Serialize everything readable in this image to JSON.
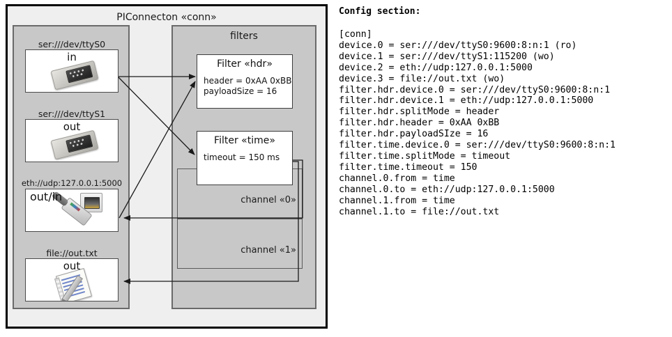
{
  "diagram": {
    "title": "PIConnecton «conn»",
    "devices_group": {
      "devices": [
        {
          "label": "ser:///dev/ttyS0",
          "direction": "in",
          "icon": "serial-port-icon"
        },
        {
          "label": "ser:///dev/ttyS1",
          "direction": "out",
          "icon": "serial-port-icon"
        },
        {
          "label": "eth://udp:127.0.0.1:5000",
          "direction": "out/in",
          "icon": "ethernet-jack-icon"
        },
        {
          "label": "file://out.txt",
          "direction": "out",
          "icon": "text-file-icon"
        }
      ]
    },
    "filters_group": {
      "title": "filters",
      "filters": [
        {
          "title": "Filter «hdr»",
          "props": [
            "header = 0xAA 0xBB",
            "payloadSize = 16"
          ]
        },
        {
          "title": "Filter «time»",
          "props": [
            "timeout = 150 ms"
          ]
        }
      ],
      "channels": [
        {
          "label": "channel «0»"
        },
        {
          "label": "channel «1»"
        }
      ]
    }
  },
  "config": {
    "heading": "Config section:",
    "lines": [
      "[conn]",
      "device.0 = ser:///dev/ttyS0:9600:8:n:1 (ro)",
      "device.1 = ser:///dev/ttyS1:115200 (wo)",
      "device.2 = eth://udp:127.0.0.1:5000",
      "device.3 = file://out.txt (wo)",
      "filter.hdr.device.0 = ser:///dev/ttyS0:9600:8:n:1",
      "filter.hdr.device.1 = eth://udp:127.0.0.1:5000",
      "filter.hdr.splitMode = header",
      "filter.hdr.header = 0xAA 0xBB",
      "filter.hdr.payloadSIze = 16",
      "filter.time.device.0 = ser:///dev/ttyS0:9600:8:n:1",
      "filter.time.splitMode = timeout",
      "filter.time.timeout = 150",
      "channel.0.from = time",
      "channel.0.to = eth://udp:127.0.0.1:5000",
      "channel.1.from = time",
      "channel.1.to = file://out.txt"
    ]
  },
  "colors": {
    "canvas": "#ffffff",
    "outer_fill": "#efefef",
    "group_fill": "#c8c8c8",
    "card_fill": "#ffffff",
    "stroke": "#000000",
    "group_stroke": "#6a6a6a"
  }
}
